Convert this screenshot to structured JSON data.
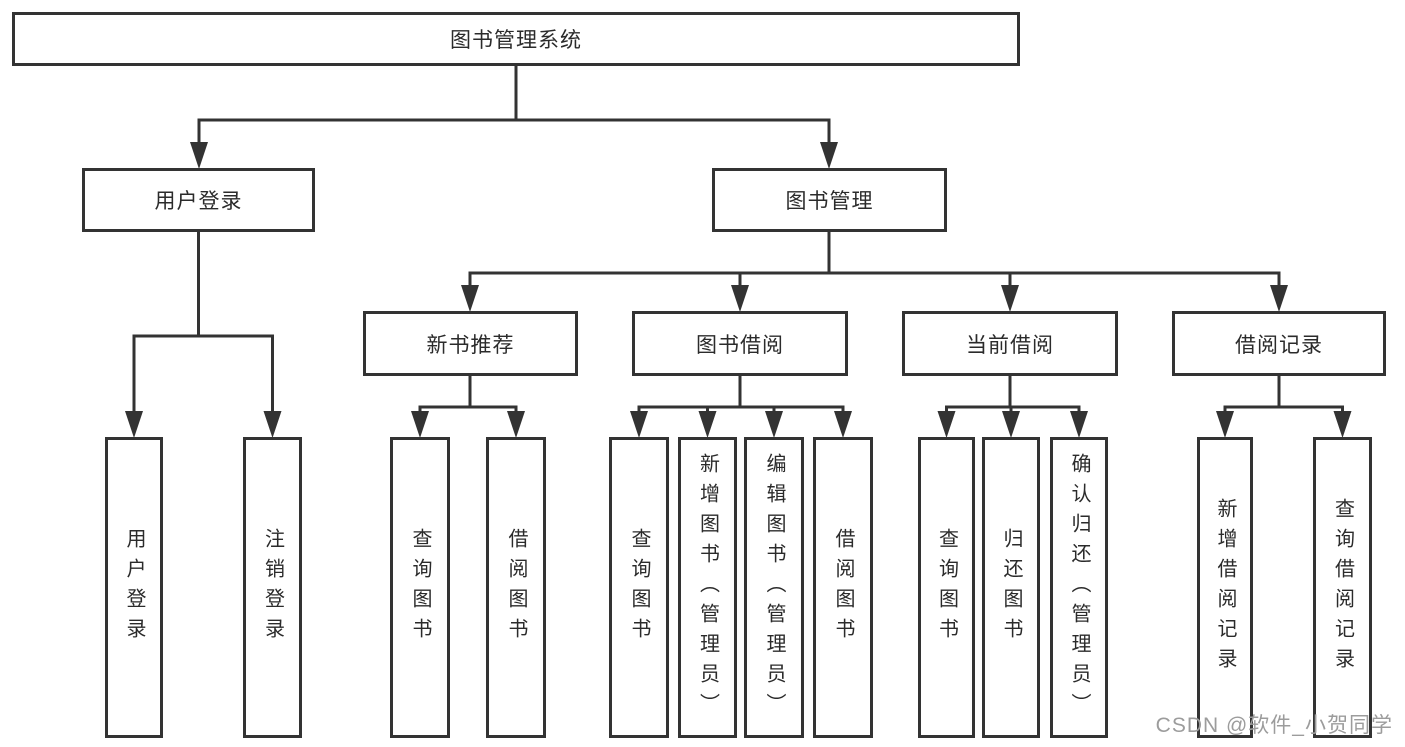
{
  "diagram": {
    "root": {
      "label": "图书管理系统"
    },
    "userLogin": {
      "label": "用户登录",
      "children": [
        {
          "label": "用户登录"
        },
        {
          "label": "注销登录"
        }
      ]
    },
    "bookMgmt": {
      "label": "图书管理"
    },
    "newBooks": {
      "label": "新书推荐",
      "children": [
        {
          "label": "查询图书"
        },
        {
          "label": "借阅图书"
        }
      ]
    },
    "bookBorrow": {
      "label": "图书借阅",
      "children": [
        {
          "label": "查询图书"
        },
        {
          "label": "新增图书（管理员）"
        },
        {
          "label": "编辑图书（管理员）"
        },
        {
          "label": "借阅图书"
        }
      ]
    },
    "currentBorrow": {
      "label": "当前借阅",
      "children": [
        {
          "label": "查询图书"
        },
        {
          "label": "归还图书"
        },
        {
          "label": "确认归还（管理员）"
        }
      ]
    },
    "borrowRecords": {
      "label": "借阅记录",
      "children": [
        {
          "label": "新增借阅记录"
        },
        {
          "label": "查询借阅记录"
        }
      ]
    }
  },
  "watermark": {
    "text": "CSDN @软件_小贺同学"
  },
  "colors": {
    "line": "#333333",
    "text": "#2b2b2b",
    "watermark": "#9c9c9c",
    "background": "#ffffff"
  }
}
